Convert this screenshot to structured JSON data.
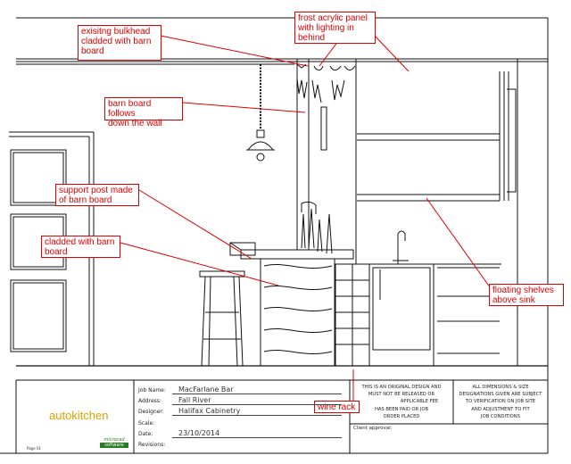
{
  "colors": {
    "line": "#111111",
    "annotation": "#e00000",
    "brand": "#d9a400",
    "microcad": "#2a7a2a"
  },
  "annotations": [
    {
      "id": "bulkhead",
      "text": "exisitng bulkhead\ncladded with barn\nboard"
    },
    {
      "id": "acrylic",
      "text": "frost acrylic panel\nwith lighting in\nbehind"
    },
    {
      "id": "barnwall",
      "text": "barn board follows\ndown the wall"
    },
    {
      "id": "post",
      "text": "support post made\nof barn board"
    },
    {
      "id": "cladded",
      "text": "cladded with barn\nboard"
    },
    {
      "id": "shelves",
      "text": "floating shelves\nabove sink"
    },
    {
      "id": "winerack",
      "text": "wine rack"
    }
  ],
  "title_block": {
    "brand": "autokitchen",
    "microcad_line1": "microcad",
    "microcad_line2": "software",
    "page_tag": "Page 01",
    "fields": [
      {
        "label": "Job Name:",
        "value": "MacFarlane Bar"
      },
      {
        "label": "Address:",
        "value": "Fall River"
      },
      {
        "label": "Designer:",
        "value": "Halifax Cabinetry"
      },
      {
        "label": "Scale:",
        "value": ""
      },
      {
        "label": "Date:",
        "value": "23/10/2014"
      },
      {
        "label": "Revisions:",
        "value": ""
      }
    ],
    "notice_lines": [
      "THIS IS AN ORIGINAL DESIGN AND",
      "MUST NOT BE RELEASED OR",
      "APPLICABLE FEE",
      "HAS BEEN PAID OR JOB",
      "ORDER PLACED"
    ],
    "conditions_lines": [
      "ALL DIMENSIONS & SIZE",
      "DESIGNATIONS GIVEN ARE SUBJECT",
      "TO VERIFICATION ON JOB SITE",
      "AND ADJUSTMENT TO FIT",
      "JOB CONDITIONS"
    ],
    "client_approval": "Client approval:"
  }
}
